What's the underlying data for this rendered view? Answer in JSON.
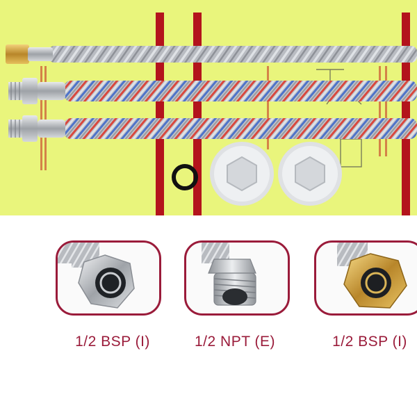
{
  "colors": {
    "background": "#ffffff",
    "packaging": "#e9f57c",
    "stripe_red": "#b3141c",
    "accent": "#9a1b3a"
  },
  "fittings": [
    {
      "label": "1/2 BSP (I)"
    },
    {
      "label": "1/2 NPT (E)"
    },
    {
      "label": "1/2 BSP (I)"
    }
  ]
}
